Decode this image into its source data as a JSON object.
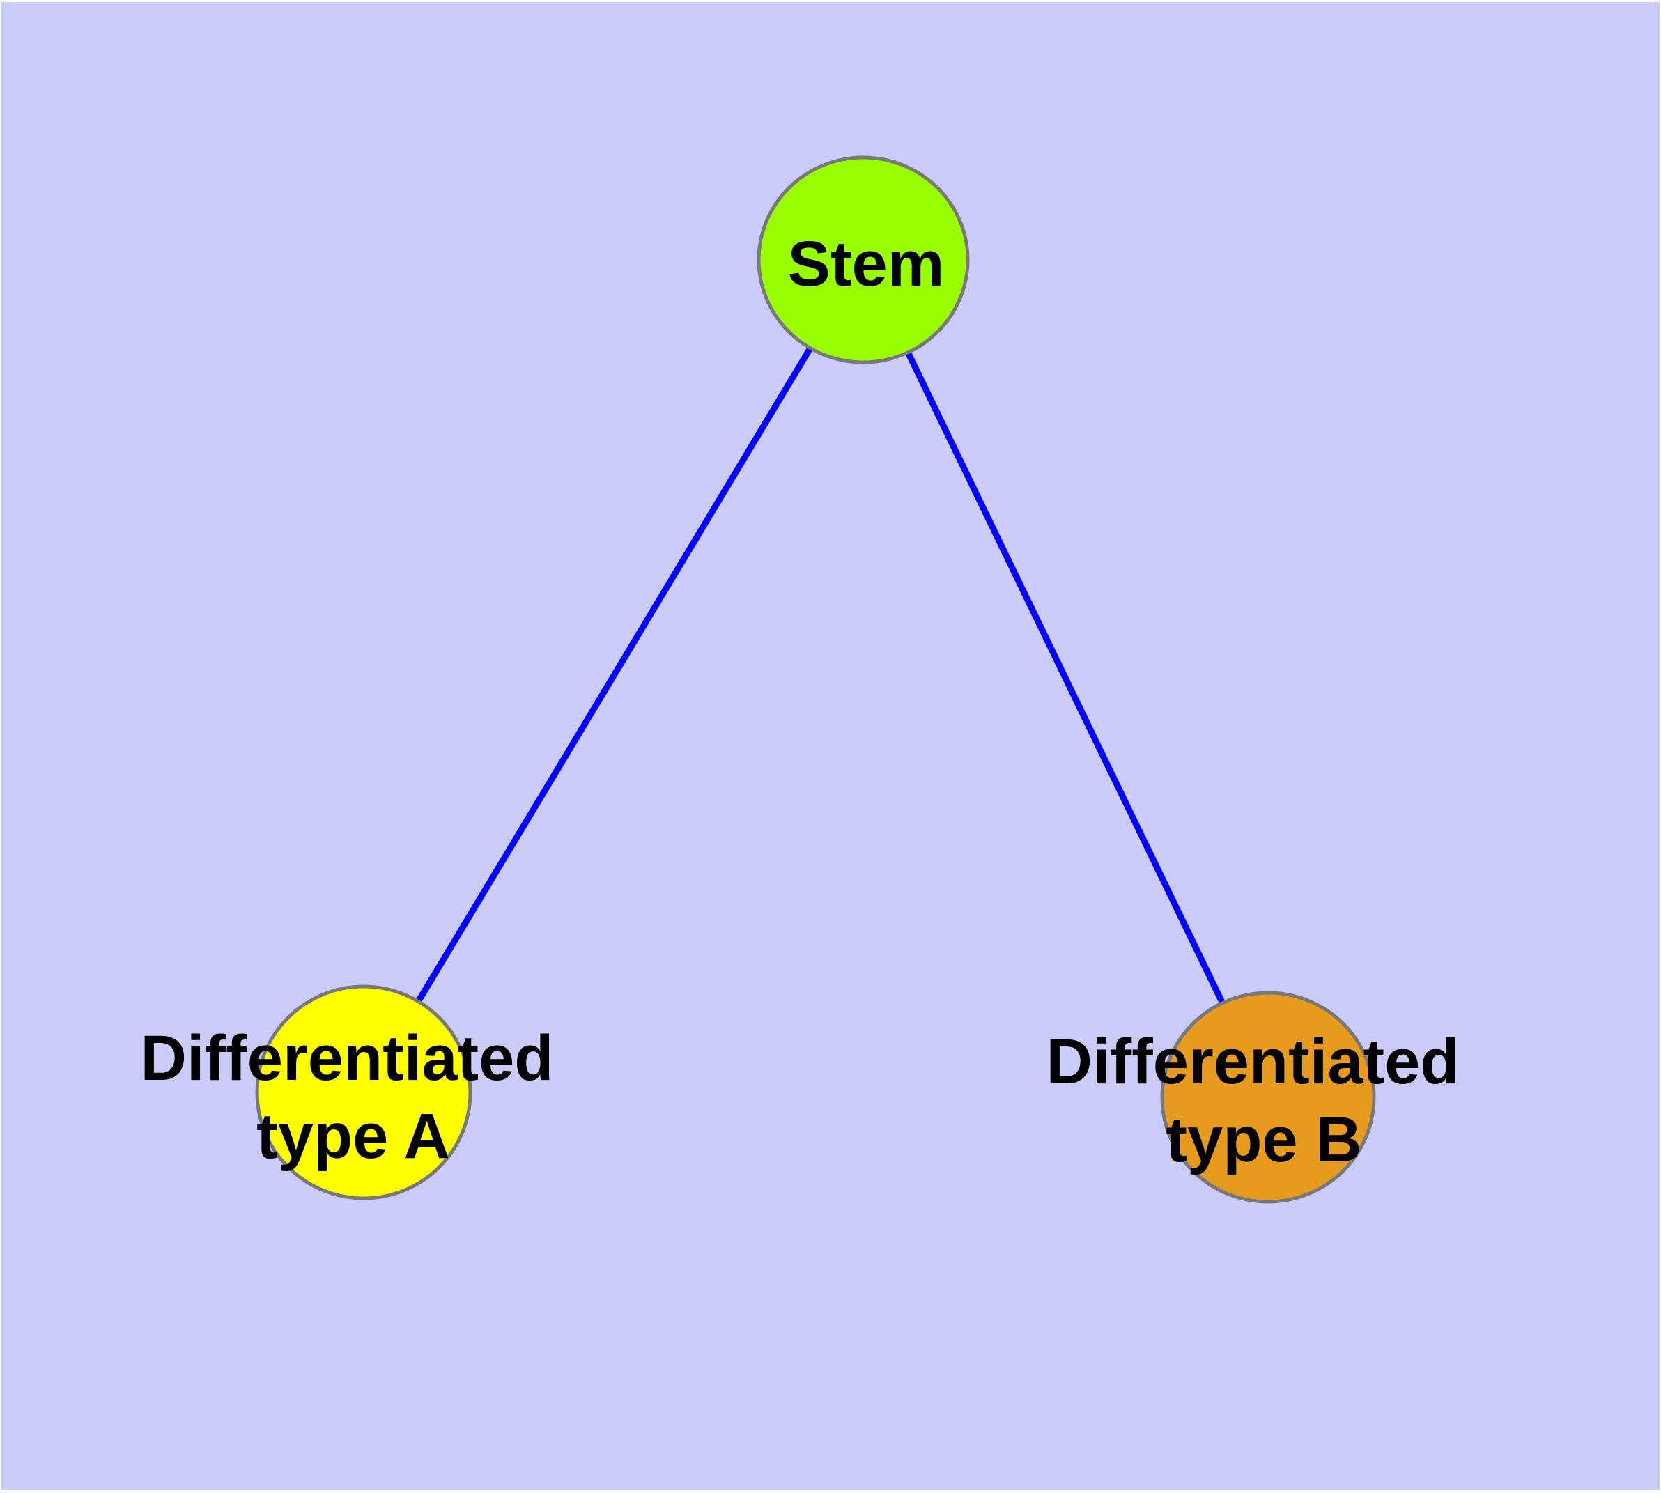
{
  "diagram": {
    "background_color": "#CBCBFA",
    "node_border_color": "#787878",
    "edge_color": "#0000FF",
    "nodes": {
      "stem": {
        "label": "Stem",
        "fill": "#99FF00"
      },
      "type_a": {
        "label_line1": "Differentiated",
        "label_line2": "type A",
        "fill": "#FFFF00"
      },
      "type_b": {
        "label_line1": "Differentiated",
        "label_line2": "type B",
        "fill": "#E69B1E"
      }
    },
    "edges": [
      {
        "from": "stem",
        "to": "type_a"
      },
      {
        "from": "stem",
        "to": "type_b"
      }
    ]
  }
}
